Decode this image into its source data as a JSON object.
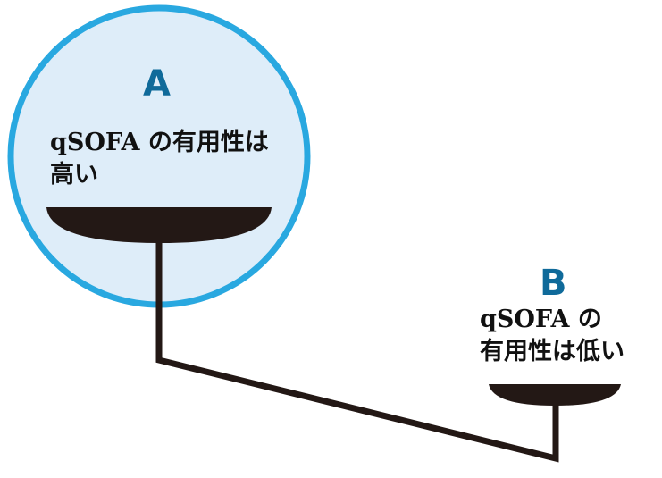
{
  "pan_a": {
    "letter": "A",
    "text_line1": "qSOFA の有用性は",
    "text_line2": "高い"
  },
  "pan_b": {
    "letter": "B",
    "text_line1": "qSOFA の",
    "text_line2": "有用性は低い"
  },
  "colors": {
    "circle_fill": "#deedf9",
    "circle_stroke": "#29a8e0",
    "letter_color": "#0f6a9a",
    "pan_color": "#231815"
  }
}
